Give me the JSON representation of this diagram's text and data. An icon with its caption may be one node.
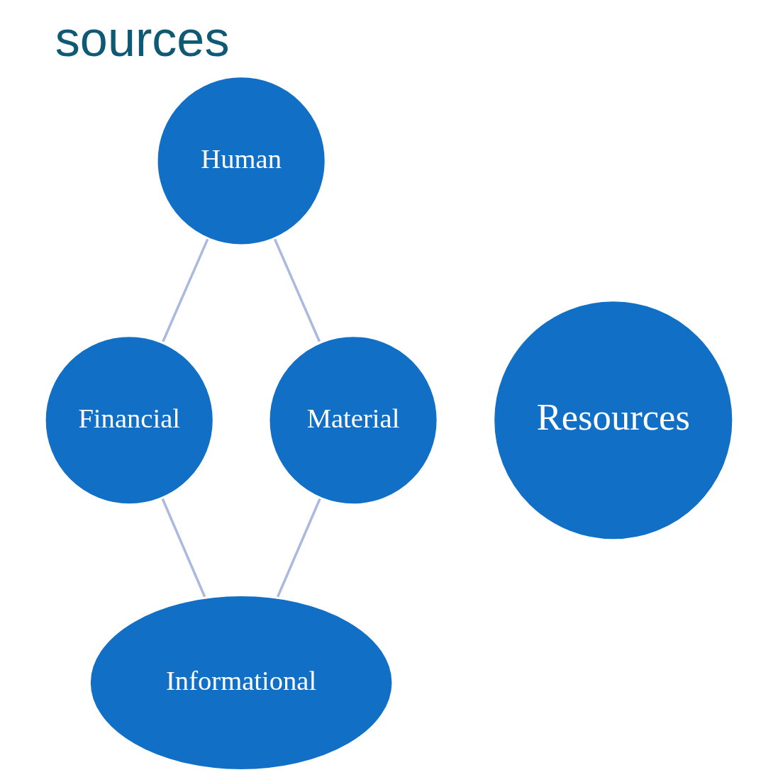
{
  "diagram": {
    "title": "sources",
    "nodes": [
      {
        "text": [
          "Human"
        ]
      },
      {
        "text": [
          "Financial"
        ]
      },
      {
        "text": [
          "Resources"
        ]
      },
      {
        "text": [
          "Material"
        ]
      },
      {
        "text": [
          "Informational"
        ]
      }
    ],
    "edges": [
      {
        "from": 0,
        "to": 3,
        "arrow": "none"
      },
      {
        "from": 3,
        "to": 4,
        "arrow": "none"
      },
      {
        "from": 4,
        "to": 1,
        "arrow": "none"
      },
      {
        "from": 1,
        "to": 0,
        "arrow": "none"
      }
    ]
  }
}
